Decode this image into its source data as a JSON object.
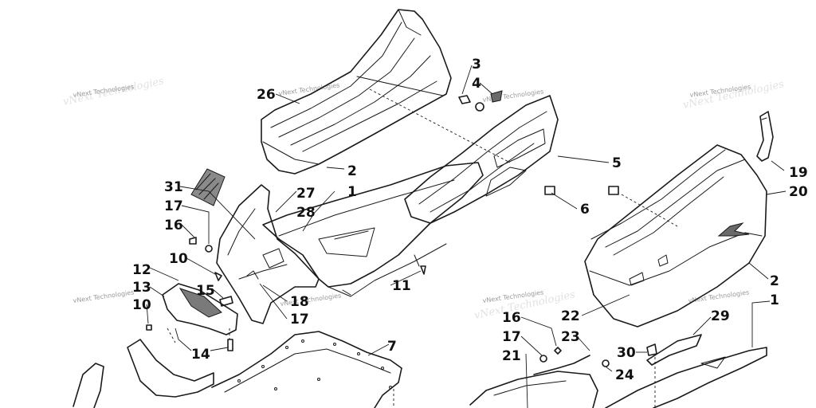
{
  "watermark_text": "vNext Technologies",
  "callouts": [
    {
      "id": "c26",
      "text": "26"
    },
    {
      "id": "c3",
      "text": "3"
    },
    {
      "id": "c4",
      "text": "4"
    },
    {
      "id": "c2a",
      "text": "2"
    },
    {
      "id": "c31",
      "text": "31"
    },
    {
      "id": "c27",
      "text": "27"
    },
    {
      "id": "c1a",
      "text": "1"
    },
    {
      "id": "c17a",
      "text": "17"
    },
    {
      "id": "c28",
      "text": "28"
    },
    {
      "id": "c16a",
      "text": "16"
    },
    {
      "id": "c10a",
      "text": "10"
    },
    {
      "id": "c12",
      "text": "12"
    },
    {
      "id": "c13",
      "text": "13"
    },
    {
      "id": "c15",
      "text": "15"
    },
    {
      "id": "c10b",
      "text": "10"
    },
    {
      "id": "c18",
      "text": "18"
    },
    {
      "id": "c17b",
      "text": "17"
    },
    {
      "id": "c11",
      "text": "11"
    },
    {
      "id": "c14",
      "text": "14"
    },
    {
      "id": "c7",
      "text": "7"
    },
    {
      "id": "c5",
      "text": "5"
    },
    {
      "id": "c6",
      "text": "6"
    },
    {
      "id": "c19",
      "text": "19"
    },
    {
      "id": "c20",
      "text": "20"
    },
    {
      "id": "c2b",
      "text": "2"
    },
    {
      "id": "c1b",
      "text": "1"
    },
    {
      "id": "c22",
      "text": "22"
    },
    {
      "id": "c29",
      "text": "29"
    },
    {
      "id": "c16b",
      "text": "16"
    },
    {
      "id": "c17c",
      "text": "17"
    },
    {
      "id": "c23",
      "text": "23"
    },
    {
      "id": "c21",
      "text": "21"
    },
    {
      "id": "c30",
      "text": "30"
    },
    {
      "id": "c24",
      "text": "24"
    }
  ]
}
